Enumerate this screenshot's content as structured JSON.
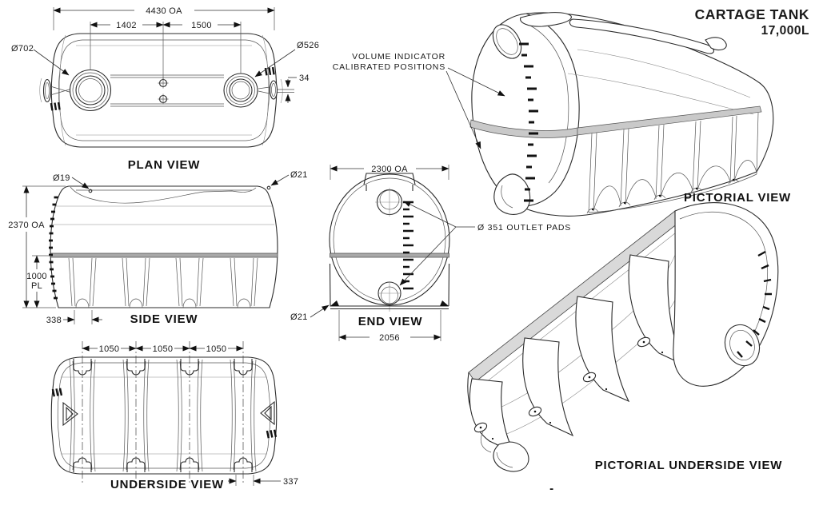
{
  "title": {
    "product": "CARTAGE TANK",
    "capacity": "17,000L"
  },
  "annotations": {
    "volume_indicator_line1": "VOLUME INDICATOR",
    "volume_indicator_line2": "CALIBRATED POSITIONS",
    "outlet_pads": "Ø 351 OUTLET PADS",
    "footnote_dash": "-"
  },
  "views": {
    "plan": {
      "label": "PLAN VIEW",
      "dims": {
        "overall_length": "4430 OA",
        "lid_to_centre": "1402",
        "centre_to_lid": "1500",
        "lid_large": "Ø702",
        "lid_small": "Ø526",
        "pipe_offset": "34"
      }
    },
    "side": {
      "label": "SIDE VIEW",
      "dims": {
        "overall_height": "2370 OA",
        "plinth_value": "1000",
        "plinth_unit": "PL",
        "rib_offset": "338",
        "fitting_left": "Ø19",
        "fitting_right": "Ø21"
      }
    },
    "underside": {
      "label": "UNDERSIDE VIEW",
      "dims": {
        "rib_spacing_1": "1050",
        "rib_spacing_2": "1050",
        "rib_spacing_3": "1050",
        "end_offset": "337"
      }
    },
    "end": {
      "label": "END VIEW",
      "dims": {
        "overall_width": "2300 OA",
        "base_width": "2056",
        "fitting": "Ø21"
      }
    },
    "pictorial": {
      "label": "PICTORIAL VIEW"
    },
    "pictorial_underside": {
      "label": "PICTORIAL UNDERSIDE VIEW"
    }
  }
}
